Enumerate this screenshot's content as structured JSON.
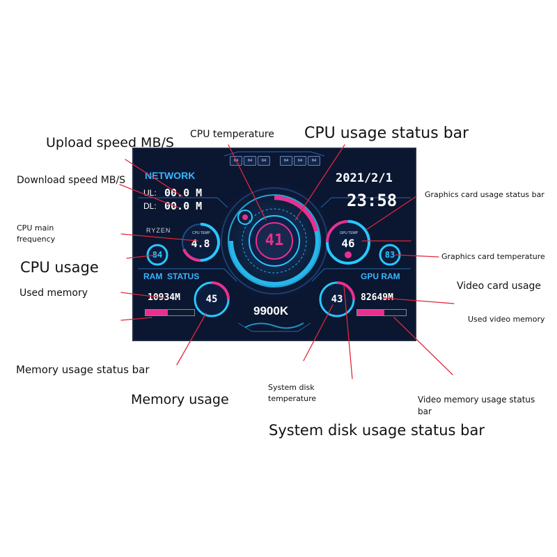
{
  "callouts": {
    "upload_speed": "Upload speed MB/S",
    "cpu_temperature": "CPU temperature",
    "cpu_usage_bar": "CPU usage status bar",
    "download_speed": "Download speed MB/S",
    "graphics_card_usage_bar": "Graphics card usage status bar",
    "cpu_main_frequency_line1": "CPU main",
    "cpu_main_frequency_line2": "frequency",
    "graphics_card_temperature": "Graphics card temperature",
    "cpu_usage": "CPU usage",
    "video_card_usage": "Video card usage",
    "used_memory": "Used memory",
    "used_video_memory": "Used video memory",
    "memory_usage_bar": "Memory usage status bar",
    "system_disk_temp_line1": "System disk",
    "system_disk_temp_line2": "temperature",
    "video_memory_bar_line1": "Video memory usage status",
    "video_memory_bar_line2": "bar",
    "memory_usage": "Memory usage",
    "system_disk_usage_bar": "System disk usage status bar"
  },
  "screen": {
    "network_title": "NETWORK",
    "ul_label": "UL:",
    "ul_value": "00.0 M",
    "dl_label": "DL:",
    "dl_value": "00.0 M",
    "date": "2021/2/1",
    "time": "23:58",
    "cpu_brand": "RYZEN",
    "cpu_freq_label": "CPU TEMP",
    "cpu_freq_value": "4.8",
    "cpu_usage_value": "84",
    "cpu_temp_value": "41",
    "gpu_small_label": "GPU TEMP",
    "gpu_usage_value": "46",
    "gpu_temp_value": "83",
    "ram_status_title": "RAM  STATUS",
    "ram_used": "10934M",
    "ram_usage_value": "45",
    "cpu_model": "9900K",
    "disk_temp_value": "43",
    "gpu_ram_title": "GPU RAM",
    "vram_used": "82649M",
    "top_chips": [
      "64",
      "64",
      "64",
      "64",
      "64",
      "64"
    ],
    "ram_bar_fill": 0.45,
    "vram_bar_fill": 0.55
  },
  "colors": {
    "screen_bg": "#0b1630",
    "cyan": "#29c8ff",
    "magenta": "#e8308f",
    "white_text": "#ffffff",
    "label_text": "#111111"
  }
}
